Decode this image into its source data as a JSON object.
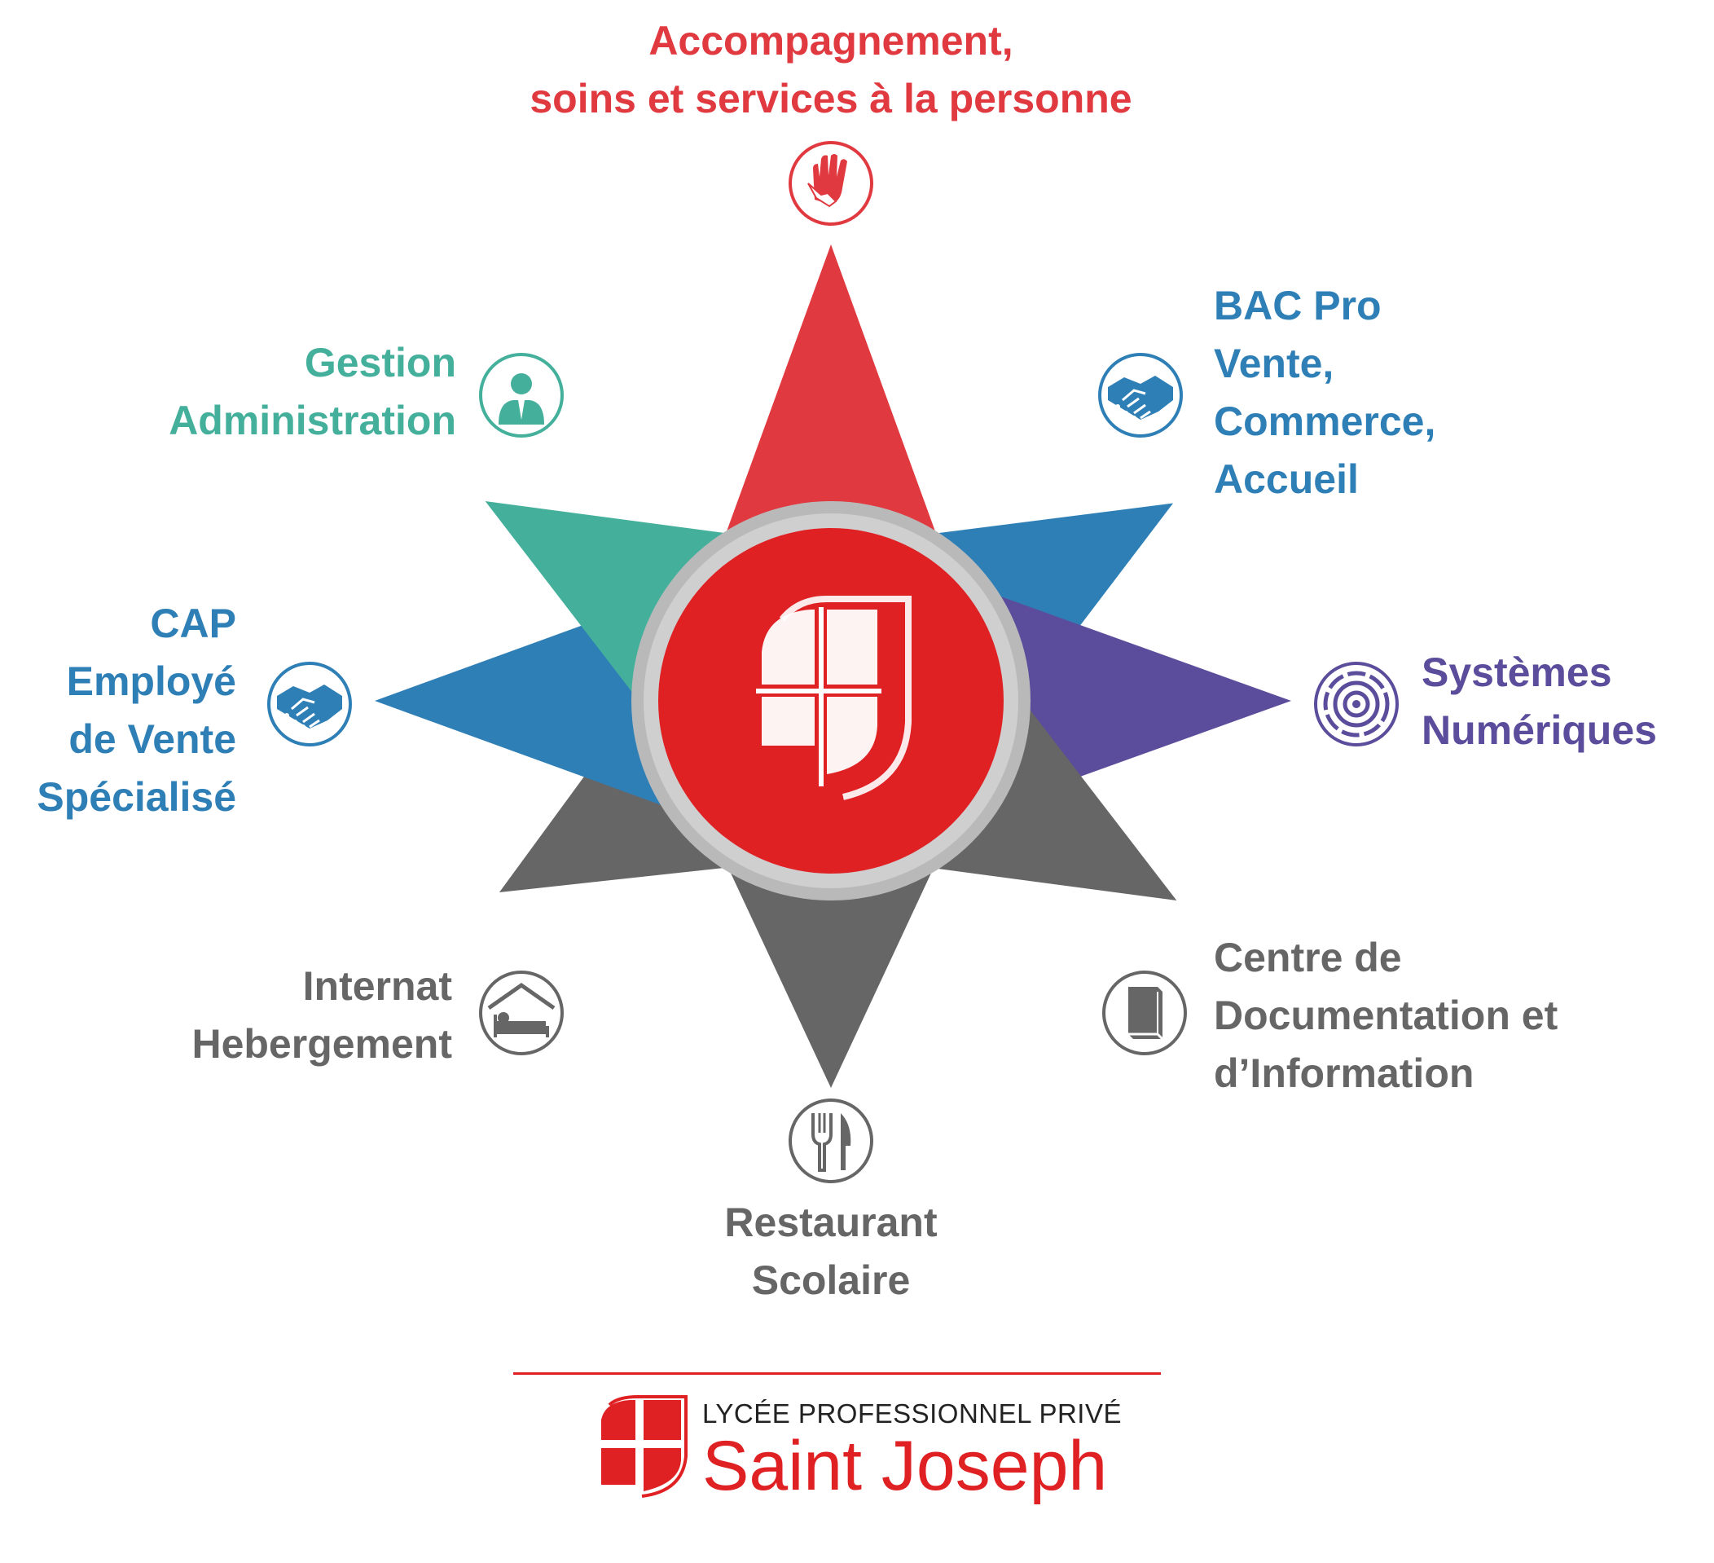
{
  "colors": {
    "red": "#e03a40",
    "blue": "#2f7fb7",
    "teal": "#44b09c",
    "purple": "#5b4d9b",
    "gray": "#666666",
    "ring": "#b9b9b9",
    "center": "#e02124"
  },
  "branches": [
    {
      "id": "accompagnement",
      "color": "#e03a40",
      "icon": "helping-hand-icon",
      "lines": [
        "Accompagnement,",
        "soins et services à la personne"
      ]
    },
    {
      "id": "bac-pro-vente",
      "color": "#2f7fb7",
      "icon": "handshake-icon",
      "lines": [
        "BAC Pro",
        "Vente,",
        "Commerce,",
        "Accueil"
      ]
    },
    {
      "id": "systemes-numeriques",
      "color": "#5b4d9b",
      "icon": "target-circuit-icon",
      "lines": [
        "Systèmes",
        "Numériques"
      ]
    },
    {
      "id": "cdi",
      "color": "#666666",
      "icon": "book-icon",
      "lines": [
        "Centre de",
        "Documentation et",
        "d’Information"
      ]
    },
    {
      "id": "restaurant",
      "color": "#666666",
      "icon": "fork-knife-icon",
      "lines": [
        "Restaurant",
        "Scolaire"
      ]
    },
    {
      "id": "internat",
      "color": "#666666",
      "icon": "bed-icon",
      "lines": [
        "Internat",
        "Hebergement"
      ]
    },
    {
      "id": "cap-vente",
      "color": "#2f7fb7",
      "icon": "handshake-icon",
      "lines": [
        "CAP",
        "Employé",
        "de Vente",
        "Spécialisé"
      ]
    },
    {
      "id": "gestion",
      "color": "#44b09c",
      "icon": "businessman-icon",
      "lines": [
        "Gestion",
        "Administration"
      ]
    }
  ],
  "footer": {
    "line1": "LYCÉE PROFESSIONNEL PRIVÉ",
    "line2": "Saint Joseph",
    "accent": "#e02124"
  }
}
